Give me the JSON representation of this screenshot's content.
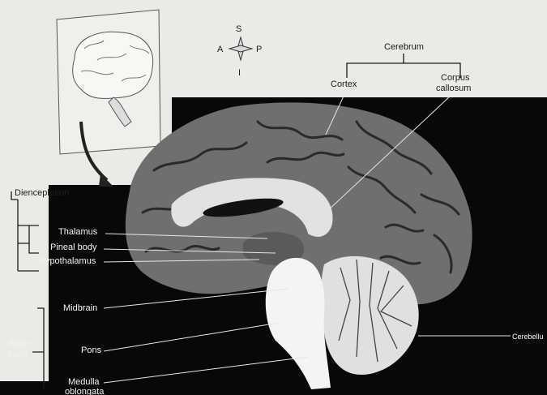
{
  "compass": {
    "superior": "S",
    "anterior": "A",
    "posterior": "P",
    "inferior": "I"
  },
  "groups": {
    "cerebrum": "Cerebrum",
    "diencephalon": "Diencephalon",
    "brainstem_line1": "Brain-",
    "brainstem_line2": "stem"
  },
  "labels": {
    "cortex": "Cortex",
    "corpus_callosum_line1": "Corpus",
    "corpus_callosum_line2": "callosum",
    "thalamus": "Thalamus",
    "pineal_body": "Pineal body",
    "hypothalamus": "Hypothalamus",
    "midbrain": "Midbrain",
    "pons": "Pons",
    "medulla_line1": "Medulla",
    "medulla_line2": "oblongata",
    "cerebellum": "Cerebellu"
  }
}
